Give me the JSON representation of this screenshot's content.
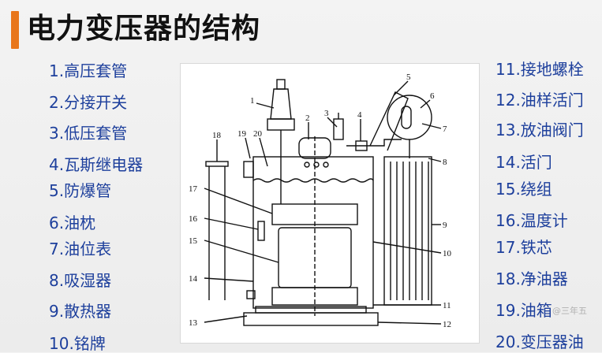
{
  "title": "电力变压器的结构",
  "parts_left": [
    "1.高压套管",
    "2.分接开关",
    "3.低压套管",
    "4.瓦斯继电器",
    "5.防爆管",
    "6.油枕",
    "7.油位表",
    "8.吸湿器",
    "9.散热器",
    "10.铭牌"
  ],
  "parts_right": [
    "11.接地螺栓",
    "12.油样活门",
    "13.放油阀门",
    "14.活门",
    "15.绕组",
    "16.温度计",
    "17.铁芯",
    "18.净油器",
    "19.油箱",
    "20.变压器油"
  ],
  "diagram_labels": [
    "1",
    "2",
    "3",
    "4",
    "5",
    "6",
    "7",
    "8",
    "9",
    "10",
    "11",
    "12",
    "13",
    "14",
    "15",
    "16",
    "17",
    "18",
    "19",
    "20"
  ],
  "watermark": "@三年五",
  "colors": {
    "accent": "#e8761b",
    "legend_text": "#1d3f9c",
    "title_text": "#111111"
  }
}
